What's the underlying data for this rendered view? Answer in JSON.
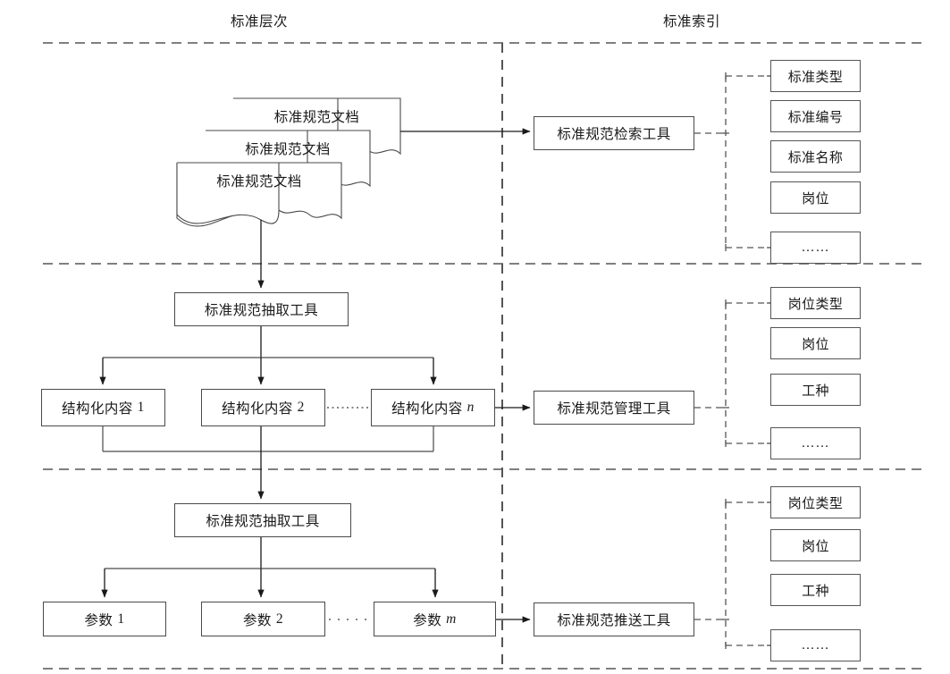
{
  "diagram": {
    "title_left": "标准层次",
    "title_right": "标准索引",
    "colors": {
      "stroke": "#4a4a4a",
      "divider": "#555555",
      "text": "#1a1a1a",
      "background": "#ffffff"
    }
  },
  "columns": {
    "left_header": "标准层次",
    "right_header": "标准索引"
  },
  "layer1": {
    "documents": [
      {
        "label": "标准规范文档"
      },
      {
        "label": "标准规范文档"
      },
      {
        "label": "标准规范文档"
      }
    ],
    "tool": "标准规范检索工具",
    "index_items": [
      "标准类型",
      "标准编号",
      "标准名称",
      "岗位",
      "……"
    ]
  },
  "layer2": {
    "tool_top": "标准规范抽取工具",
    "contents": [
      {
        "text": "结构化内容 1",
        "base": "结构化内容",
        "suffix": "1",
        "italic_suffix": false
      },
      {
        "text": "结构化内容 2",
        "base": "结构化内容",
        "suffix": "2",
        "italic_suffix": false
      },
      {
        "text": "结构化内容 n",
        "base": "结构化内容",
        "suffix": "n",
        "italic_suffix": true
      }
    ],
    "tool": "标准规范管理工具",
    "index_items": [
      "岗位类型",
      "岗位",
      "工种",
      "……"
    ]
  },
  "layer3": {
    "tool_top": "标准规范抽取工具",
    "parameters": [
      {
        "text": "参数 1",
        "base": "参数",
        "suffix": "1",
        "italic_suffix": false
      },
      {
        "text": "参数 2",
        "base": "参数",
        "suffix": "2",
        "italic_suffix": false
      },
      {
        "text": "参数 m",
        "base": "参数",
        "suffix": "m",
        "italic_suffix": true
      }
    ],
    "tool": "标准规范推送工具",
    "index_items": [
      "岗位类型",
      "岗位",
      "工种",
      "……"
    ]
  }
}
